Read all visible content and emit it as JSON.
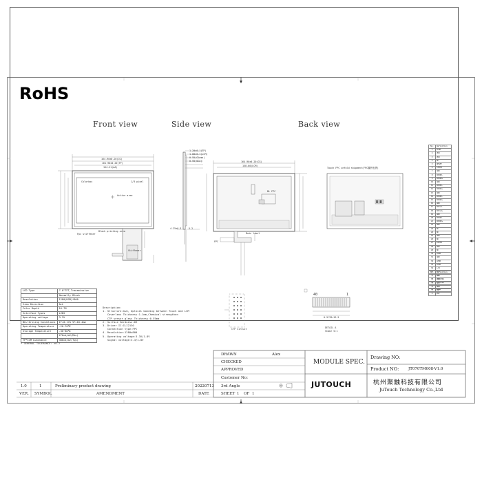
{
  "header": {
    "rohs": "RoHS"
  },
  "views": {
    "front": "Front view",
    "side": "Side view",
    "back": "Back view"
  },
  "front_labels": {
    "dim_top_1": "164.90±0.20(CG)",
    "dim_top_2": "161.90±0.20(TP)",
    "dim_top_3": "154.21(AA)",
    "active_area": "Active area",
    "pixel_label": "1/3 pixel",
    "color_label": "Colorbox",
    "black_border": "Black printing area",
    "fpc_label": "Fpc stiffener",
    "stiffener": "Stiffener"
  },
  "side_labels": {
    "s1": "1.20±0.1(TP)",
    "s2": "1.80±0.1(LCM)",
    "s3": "0.55(Glass)",
    "s4": "0.55(OCA)",
    "s5": "4.25±0.3",
    "s6": "5.2"
  },
  "back_labels": {
    "fpc_shape": "Touch FPC unfold shipment(FPC展开出货)",
    "b1": "164.90±0.20(CG)",
    "b2": "158.00(LCM)",
    "bolt": "Main label",
    "back_fpc": "BL FPC",
    "fpc_note": "FPC"
  },
  "spec_table": {
    "rows": [
      [
        "LCD Type",
        "7.0\"TFT,Transmissive"
      ],
      [
        "",
        "Normally Black"
      ],
      [
        "Resolution",
        "1280(RGB)*800"
      ],
      [
        "View Direction",
        "ALL"
      ],
      [
        "Color Depth",
        "16.7M"
      ],
      [
        "Interface Types",
        "LVDS"
      ],
      [
        "Operating voltage",
        "3.3V"
      ],
      [
        "BLU Driving Conditions",
        "IF=0.17A VF=10.4mA"
      ],
      [
        "Operating Temperature",
        "-20~70℃"
      ],
      [
        "Storage Temperature",
        "-30~80℃"
      ],
      [
        "",
        "270cd/m2(Min)"
      ],
      [
        "TP*CCM Luminance",
        "300cd/m2(Typ)"
      ]
    ]
  },
  "description": {
    "text": "Description:\n1. Structure:G+G, Optical bonding between Touch and LCM\n   Coverlens Thickness:1.1mm,Chemical strengthen\n   CTP sensor glass Thickness:0.55mm\n2. Surface Hardness:6H\n3. Driver IC:ILI2130\n   Connection type:FPC\n4. Resolution:1280x800\n5. Operating voltage:3.3V/1.8V\n   Signal voltage:3.3/1.8V"
  },
  "tolerance": "* GENERAL TOLERANCE: ±0.2",
  "connector": {
    "label_40": "40",
    "label_1": "1",
    "detail_a": "DETAIL A",
    "scale": "SCALE 5:1",
    "pitch": "0.5*39=19.5",
    "con_label": "CTP Circuit"
  },
  "title_block": {
    "drawn_label": "DRAWN",
    "drawn_value": "Alex",
    "checked_label": "CHECKED",
    "approved_label": "APPROVED",
    "customer_label": "Customer No:",
    "angle_label": "3rd Angle",
    "sheet_label": "SHEET",
    "sheet_no": "1",
    "of_label": "OF",
    "sheet_total": "1",
    "module_spec": "MODULE SPEC.",
    "drawing_no_label": "Drawing NO:",
    "product_no_label": "Product NO:",
    "product_no_value": "JT070TM008-V1.0",
    "company_cn": "杭州聚触科技有限公司",
    "company_en": "JuTouch Technology Co.,Ltd",
    "logo": "JUTOUCH"
  },
  "revision": {
    "ver_value": "1.0",
    "symbol_value": "1",
    "amendment_value": "Preliminary product drawing",
    "date_value": "20220713",
    "ver_header": "VER.",
    "symbol_header": "SYMBOL",
    "amendment_header": "AMENDMENT",
    "date_header": "DATE"
  },
  "pin_table": {
    "header_no": "No.",
    "header_def": "Definition",
    "pins": [
      "VCOM",
      "VDD",
      "VDD",
      "NC",
      "RESET",
      "STBYB",
      "GND",
      "RXIN0-",
      "RXIN0+",
      "GND",
      "RXIN1-",
      "RXIN1+",
      "GND",
      "RXIN2-",
      "RXIN2+",
      "GND",
      "RXCLK-",
      "RXCLK+",
      "GND",
      "RXIN3-",
      "RXIN3+",
      "GND",
      "NC",
      "NC",
      "GND",
      "NC",
      "DITHB",
      "GND",
      "NC",
      "AVDD",
      "GND",
      "LEDK",
      "LEDK",
      "L/R",
      "U/D",
      "VGL",
      "CABCEN1",
      "CABCEN0",
      "VGH",
      "LEDA"
    ]
  },
  "ctp_table": {
    "header_no": "No.",
    "header_def": "Definition",
    "pins": [
      "GND",
      "VDD",
      "SCL",
      "SDA",
      "INT",
      "RST"
    ]
  }
}
